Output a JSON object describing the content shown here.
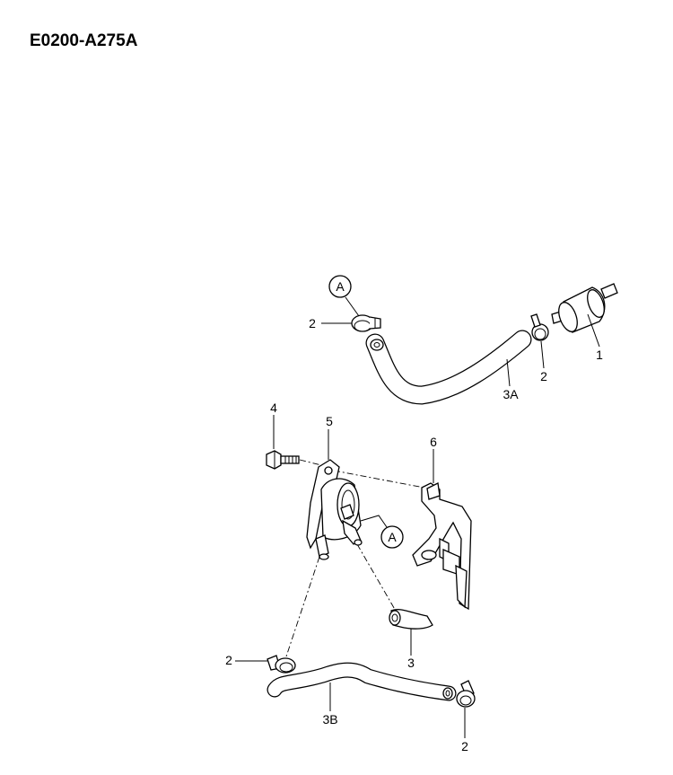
{
  "header": {
    "title": "E0200-A275A"
  },
  "callouts": {
    "c1": "1",
    "c2_top_left": "2",
    "c2_top_right": "2",
    "c3a": "3A",
    "c4": "4",
    "c5": "5",
    "c6": "6",
    "c3": "3",
    "c2_bottom_left": "2",
    "c3b": "3B",
    "c2_bottom_right": "2"
  },
  "refs": {
    "a_top": "A",
    "a_mid": "A"
  }
}
